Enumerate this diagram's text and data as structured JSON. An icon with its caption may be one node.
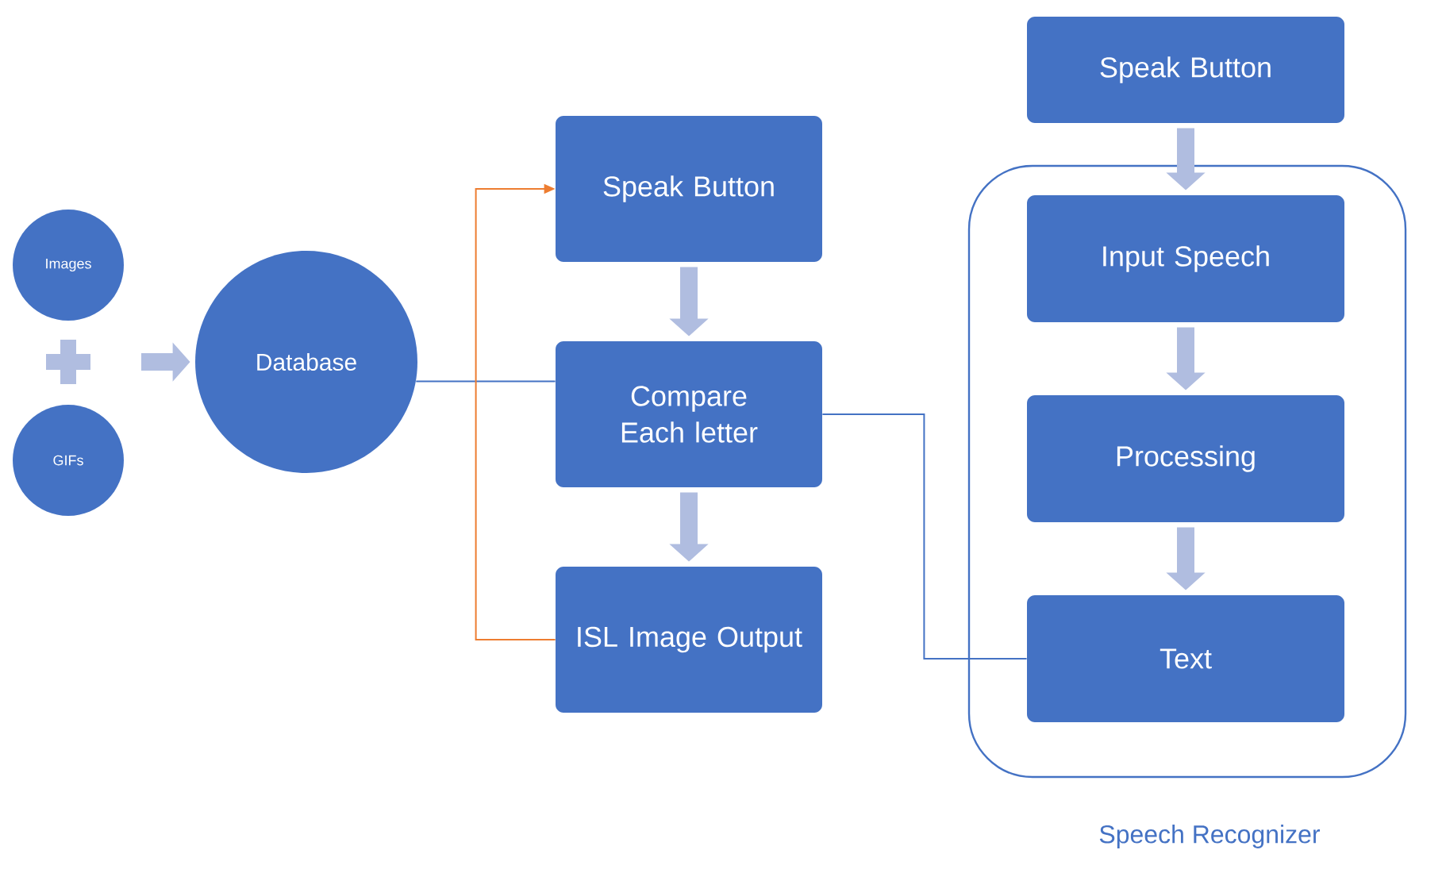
{
  "diagram": {
    "nodes": [
      {
        "text": [
          "Images"
        ]
      },
      {
        "text": [
          "GIFs"
        ]
      },
      {
        "text": [
          "Database"
        ]
      },
      {
        "text": [
          "Speak Button"
        ]
      },
      {
        "text": [
          "Compare Each letter"
        ]
      },
      {
        "text": [
          "ISL Image Output"
        ]
      },
      {
        "text": [
          "Speak Button"
        ]
      },
      {
        "text": [
          "Speech Recognizer"
        ]
      },
      {
        "text": [
          "Input Speech"
        ],
        "in": 7
      },
      {
        "text": [
          "Processing"
        ],
        "in": 7
      },
      {
        "text": [
          "Text"
        ],
        "in": 7
      }
    ],
    "edges": [
      {
        "from": null,
        "to": 2,
        "arrow": "to"
      },
      {
        "from": 2,
        "to": 4,
        "arrow": "none",
        "color": "#4472c4"
      },
      {
        "from": 3,
        "to": 4,
        "arrow": "to"
      },
      {
        "from": 4,
        "to": 5,
        "arrow": "to"
      },
      {
        "from": 5,
        "to": 3,
        "arrow": "to",
        "color": "#ed7d31"
      },
      {
        "from": 4,
        "to": 10,
        "arrow": "none",
        "color": "#4472c4"
      },
      {
        "from": 6,
        "to": 8,
        "arrow": "to"
      },
      {
        "from": 8,
        "to": 9,
        "arrow": "to"
      },
      {
        "from": 9,
        "to": 10,
        "arrow": "to"
      }
    ]
  }
}
